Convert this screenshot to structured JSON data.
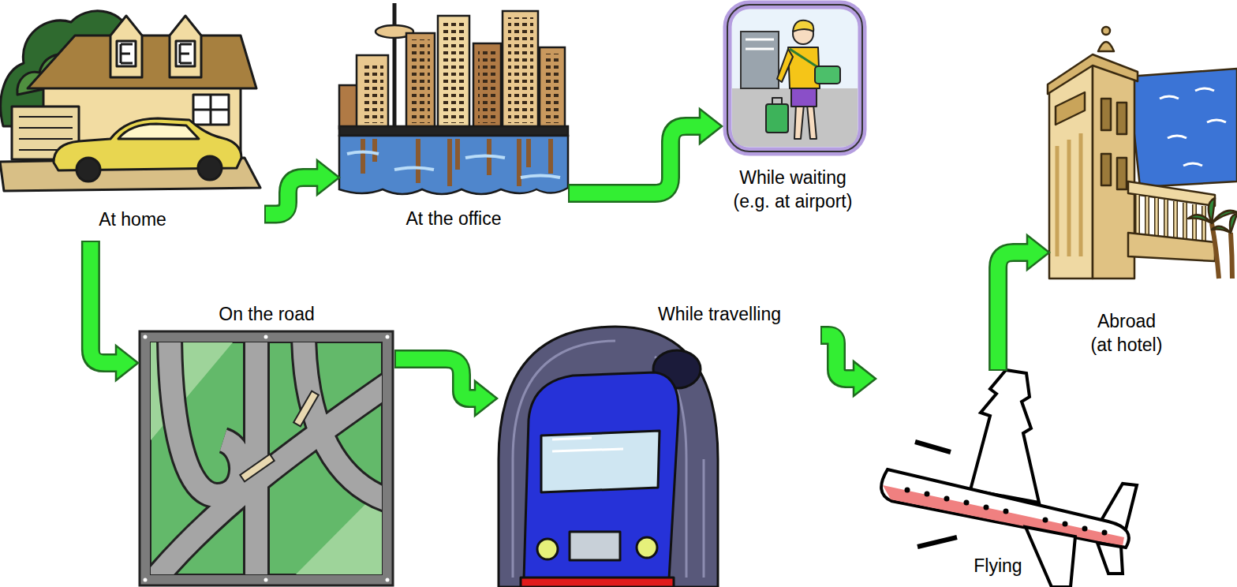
{
  "diagram": {
    "nodes": [
      {
        "text": [
          "At home"
        ]
      },
      {
        "text": [
          "At the office"
        ]
      },
      {
        "text": [
          "While waiting (e.g. at airport)"
        ]
      },
      {
        "text": [
          "Abroad (at hotel)"
        ]
      },
      {
        "text": [
          "On the road"
        ]
      },
      {
        "text": [
          "While travelling"
        ]
      },
      {
        "text": [
          "Flying"
        ]
      }
    ],
    "edges": [
      {
        "from": 0,
        "to": 1,
        "arrow": "to"
      },
      {
        "from": 1,
        "to": 2,
        "arrow": "to"
      },
      {
        "from": 0,
        "to": 4,
        "arrow": "to"
      },
      {
        "from": 4,
        "to": 5,
        "arrow": "to"
      },
      {
        "from": 5,
        "to": 6,
        "arrow": "to"
      },
      {
        "from": 6,
        "to": 3,
        "arrow": "to"
      }
    ]
  }
}
